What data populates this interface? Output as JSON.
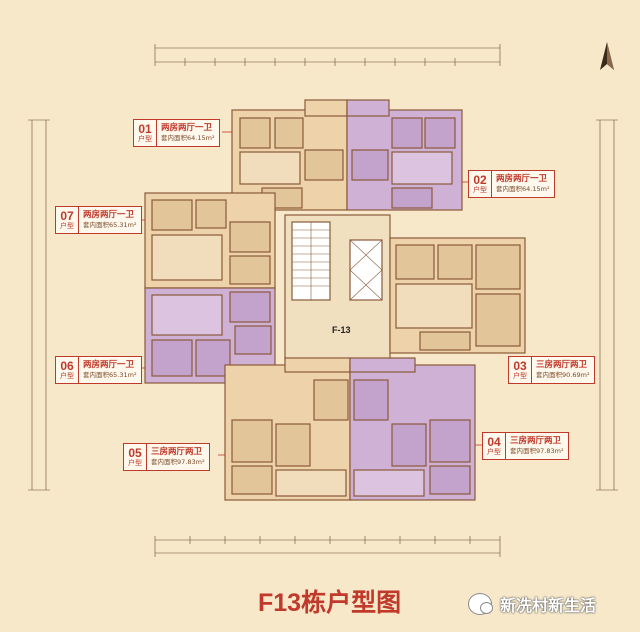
{
  "title": "F13栋户型图",
  "core_label": "F-13",
  "watermark": {
    "text": "新冼村新生活",
    "icon": "wechat-logo-icon"
  },
  "north_arrow": {
    "icon": "north-arrow-icon"
  },
  "colors": {
    "background": "#f6e8c9",
    "unit_fill": "#edd2aa",
    "purple_fill": "#cfb1d6",
    "accent_red": "#c0392b"
  },
  "units": [
    {
      "id": "01",
      "label": "户型",
      "type": "两房两厅一卫",
      "area": "套内面积64.15m²"
    },
    {
      "id": "02",
      "label": "户型",
      "type": "两房两厅一卫",
      "area": "套内面积64.15m²"
    },
    {
      "id": "03",
      "label": "户型",
      "type": "三房两厅两卫",
      "area": "套内面积90.69m²"
    },
    {
      "id": "04",
      "label": "户型",
      "type": "三房两厅两卫",
      "area": "套内面积97.83m²"
    },
    {
      "id": "05",
      "label": "户型",
      "type": "三房两厅两卫",
      "area": "套内面积97.83m²"
    },
    {
      "id": "06",
      "label": "户型",
      "type": "两房两厅一卫",
      "area": "套内面积65.31m²"
    },
    {
      "id": "07",
      "label": "户型",
      "type": "两房两厅一卫",
      "area": "套内面积65.31m²"
    }
  ]
}
